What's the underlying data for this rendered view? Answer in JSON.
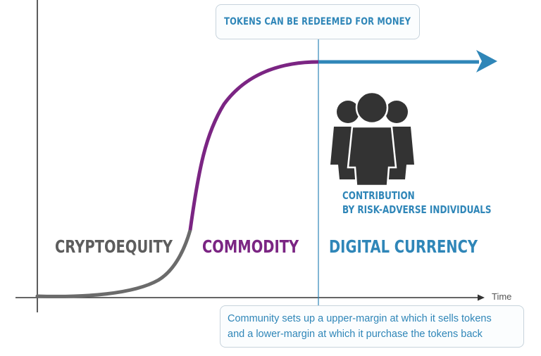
{
  "top_callout": "TOKENS CAN BE REDEEMED FOR MONEY",
  "phases": {
    "cryptoequity": "CRYPTOEQUITY",
    "commodity": "COMMODITY",
    "digital_currency": "DIGITAL CURRENCY"
  },
  "contribution": {
    "line1": "CONTRIBUTION",
    "line2": "BY RISK-ADVERSE INDIVIDUALS"
  },
  "x_axis_label": "Time",
  "bottom_callout": {
    "line1": "Community sets up a upper-margin at which it sells tokens",
    "line2": "and a lower-margin at which it purchase the tokens back"
  },
  "icons": {
    "people_group": "people-group-icon"
  },
  "colors": {
    "cryptoequity": "#5d5d5d",
    "commodity": "#7b2583",
    "digital_currency": "#2f86b8",
    "axis": "#333333",
    "icon": "#333333"
  }
}
